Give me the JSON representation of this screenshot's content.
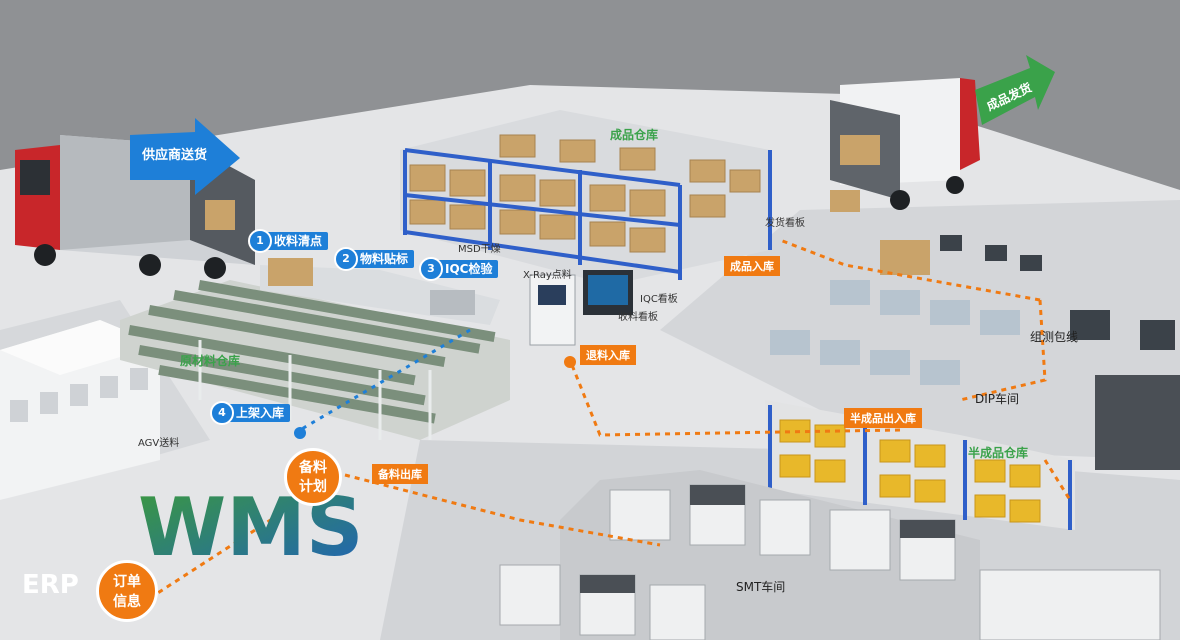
{
  "labels": {
    "supplier_delivery": "供应商送货",
    "finished_shipping": "成品发货",
    "finished_warehouse": "成品仓库",
    "step1": {
      "num": "1",
      "text": "收料清点"
    },
    "step2": {
      "num": "2",
      "text": "物料贴标"
    },
    "step3": {
      "num": "3",
      "text": "IQC检验"
    },
    "step4": {
      "num": "4",
      "text": "上架入库"
    },
    "msd_dry": "MSD干燥",
    "xray_count": "X-Ray点料",
    "iqc_board": "IQC看板",
    "receive_board": "收料看板",
    "shipping_board": "发货看板",
    "finished_in": "成品入库",
    "return_in": "退料入库",
    "raw_warehouse": "原材料仓库",
    "agv_delivery": "AGV送料",
    "semi_in_out": "半成品出入库",
    "semi_warehouse": "半成品仓库",
    "assembly_line": "组测包线",
    "dip_workshop": "DIP车间",
    "smt_workshop": "SMT车间",
    "prep_out": "备料出库",
    "prep_plan": "备料\n计划",
    "order_info": "订单\n信息",
    "erp": "ERP",
    "wms": "WMS"
  },
  "colors": {
    "accent_blue": "#1e7fd8",
    "accent_orange": "#f07a12",
    "accent_green": "#3aa24a",
    "shelf_blue": "#2f5fc9",
    "box_brown": "#c9a36a",
    "box_yellow": "#e8b82a"
  }
}
